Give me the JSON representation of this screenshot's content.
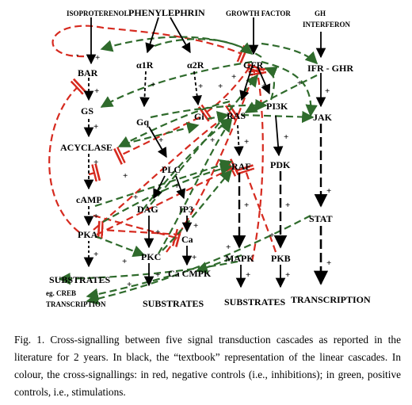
{
  "nodes": {
    "isoproterenol": "ISOPROTERENOL",
    "phenylephrin": "PHENYLEPHRIN",
    "growth_factor": "GROWTH FACTOR",
    "gh": "GH",
    "interferon": "INTERFERON",
    "bar": "BAR",
    "a1r": "α1R",
    "a2r": "α2R",
    "gfr": "GFR",
    "ifr_ghr": "IFR - GHR",
    "gs": "GS",
    "gq": "Gq",
    "gi": "Gi",
    "ras": "RAS",
    "pi3k": "PI3K",
    "jak": "JAK",
    "acyclase": "ACYCLASE",
    "plc": "PLC",
    "raf": "RAF",
    "pdk": "PDK",
    "camp": "cAMP",
    "dag": "DAG",
    "ip3": "IP3",
    "stat": "STAT",
    "pka": "PKA",
    "ca": "Ca",
    "pkc": "PKC",
    "mapk": "MAPK",
    "pkb": "PKB",
    "ca_cmpk": "Ca CMPK",
    "substrates_pka": "SUBSTRATES",
    "creb_line1": "eg. CREB",
    "creb_line2": "TRANSCRIPTION",
    "substrates_pkc": "SUBSTRATES",
    "substrates_mapk": "SUBSTRATES",
    "transcription": "TRANSCRIPTION"
  },
  "signs": {
    "plus": "+",
    "minus": "-"
  },
  "colors": {
    "textbook": "#000000",
    "inhibition": "#d62a1f",
    "stimulation": "#2f6b2c"
  },
  "caption": "Fig. 1. Cross-signalling between five signal transduction cascades as reported in the literature for 2 years. In black, the “textbook” representation of the linear cascades. In colour, the cross-signallings: in red, negative controls (i.e., inhibitions); in green, positive controls, i.e., stimulations."
}
